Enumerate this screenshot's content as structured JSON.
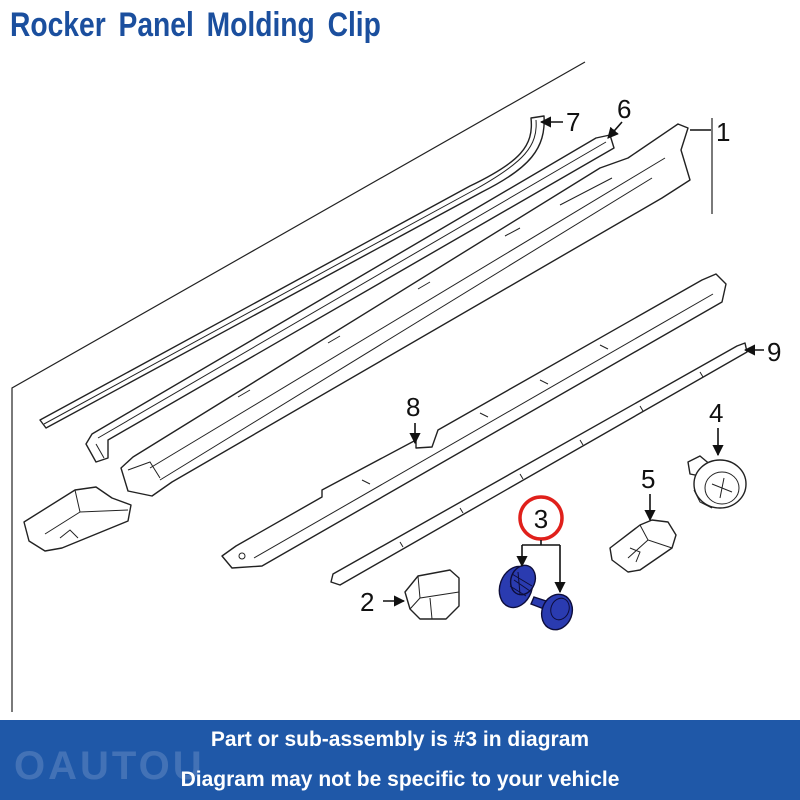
{
  "title": "Rocker Panel Molding Clip",
  "callouts": {
    "part_1": "1",
    "part_2": "2",
    "part_3": "3",
    "part_4": "4",
    "part_5": "5",
    "part_6": "6",
    "part_7": "7",
    "part_8": "8",
    "part_9": "9"
  },
  "footer": {
    "line1": "Part or sub-assembly is #3 in diagram",
    "line2": "Diagram may not be specific to your vehicle"
  },
  "watermark": "OAUTOU",
  "colors": {
    "title": "#1b4f9e",
    "footer_background": "#1f58a8",
    "highlighted_part": "#2a3bb0",
    "highlight_ring": "#e0201b"
  }
}
